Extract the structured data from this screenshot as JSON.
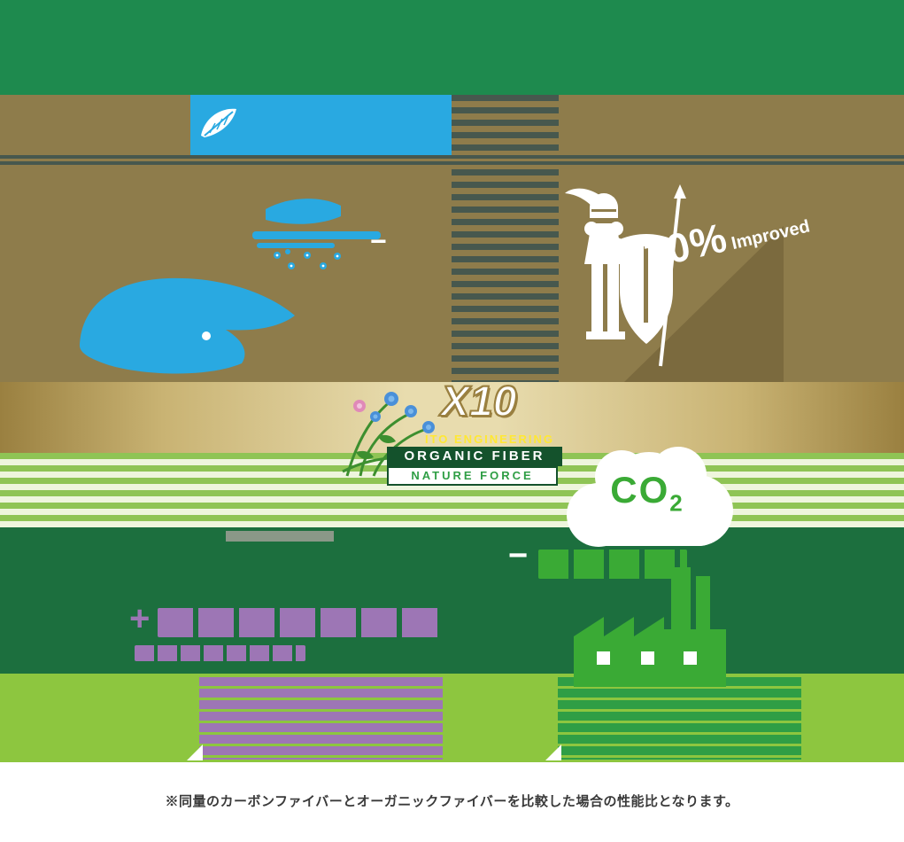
{
  "colors": {
    "header_green": "#1e8a4e",
    "khaki": "#8e7c4b",
    "stripe_dark": "#47584e",
    "blue": "#29a9e1",
    "gold": "#c9b373",
    "light_green": "#8dc63f",
    "stripe_green": "#8fc455",
    "dark_green": "#1c6f3e",
    "bright_green": "#3aaa35",
    "purple": "#9d76b5",
    "white": "#ffffff"
  },
  "strength": {
    "plus": "+",
    "value": "20%",
    "label": "Improved"
  },
  "weight": {
    "minus": "−"
  },
  "logo": {
    "multiplier": "X10",
    "company": "ITO ENGINEERING",
    "product": "ORGANIC FIBER",
    "series": "NATURE FORCE"
  },
  "emissions": {
    "minus": "−",
    "cloud_label": "CO",
    "cloud_label_sub": "2"
  },
  "cost": {
    "plus": "+"
  },
  "footnote": {
    "text": "※同量のカーボンファイバーとオーガニックファイバーを比較した場合の性能比となります。"
  }
}
